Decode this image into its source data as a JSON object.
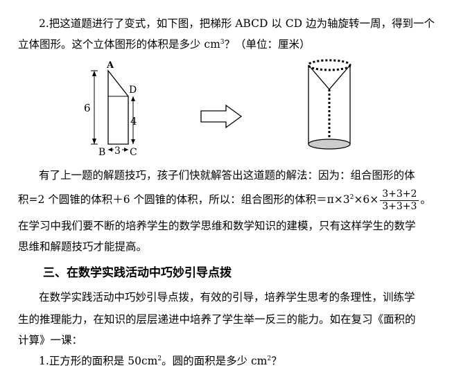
{
  "problem2": {
    "line1": "2.把这道题进行了变式，如下图，把梯形 ABCD 以 CD 边为轴旋转一周，得到一个",
    "line2_a": "立体图形。这个立体图形的体积是多少 cm",
    "line2_sup": "3",
    "line2_b": "？（单位：厘米）"
  },
  "figure": {
    "label_a": "A",
    "label_b": "B",
    "label_c": "C",
    "label_d": "D",
    "height_left": "6",
    "height_right": "4",
    "base": "3"
  },
  "solution": {
    "line1": "有了上一题的解题技巧，孩子们快就解答出这道题的解法：因为：组合图形的体",
    "line2_a": "积=2 个圆锥的体积＋6 个圆锥的体积，所以：组合图形的体积＝π×3",
    "line2_sup": "2",
    "line2_b": "×6×",
    "frac_num": "3+3+2",
    "frac_den": "3+3+3",
    "line2_end": "。",
    "line3": "在学习中我们要不断的培养学生的数学思维和数学知识的建模，只有这样学生的数学",
    "line4": "思维和解题技巧才能提高。"
  },
  "section": {
    "heading": "三、在数学实践活动中巧妙引导点拨"
  },
  "practice": {
    "line1": "在数学实践活动中巧妙引导点拨，有效的引导，培养学生思考的条理性，训练学",
    "line2": "生的推理能力，在知识的层层递进中培养了学生举一反三的能力。如在复习《面积的",
    "line3": "计算》一课：",
    "item1_a": "1.正方形的面积是 50cm",
    "item1_sup": "2",
    "item1_b": "。圆的面积是多少 cm",
    "item1_sup2": "2",
    "item1_c": "？"
  }
}
